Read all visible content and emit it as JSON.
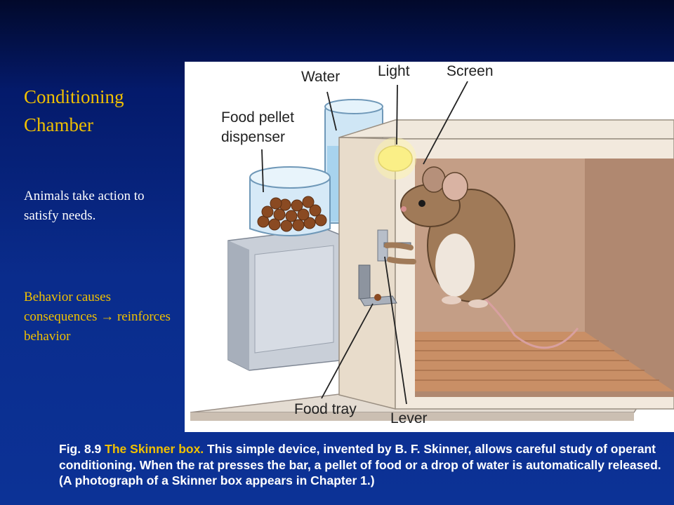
{
  "slide": {
    "title_line1": "Conditioning",
    "title_line2": "Chamber",
    "point1": "Animals take action to satisfy needs.",
    "point2_text": "Behavior causes consequences",
    "point2_arrow": "→",
    "point2_cont": "reinforces behavior"
  },
  "figure": {
    "labels": {
      "water": "Water",
      "light": "Light",
      "screen": "Screen",
      "food_line1": "Food pellet",
      "food_line2": "dispenser",
      "food_tray": "Food tray",
      "lever": "Lever"
    }
  },
  "caption": {
    "fig_num": "Fig. 8.9",
    "fig_title": "The Skinner box.",
    "text": "This simple device, invented by B. F. Skinner, allows careful study of operant conditioning. When the rat presses the bar, a pellet of food or a drop of water is automatically released. (A photograph of a Skinner box appears in Chapter 1.)"
  },
  "colors": {
    "accent": "#f0c000",
    "background": "#0a2c8c",
    "text": "#ffffff"
  }
}
